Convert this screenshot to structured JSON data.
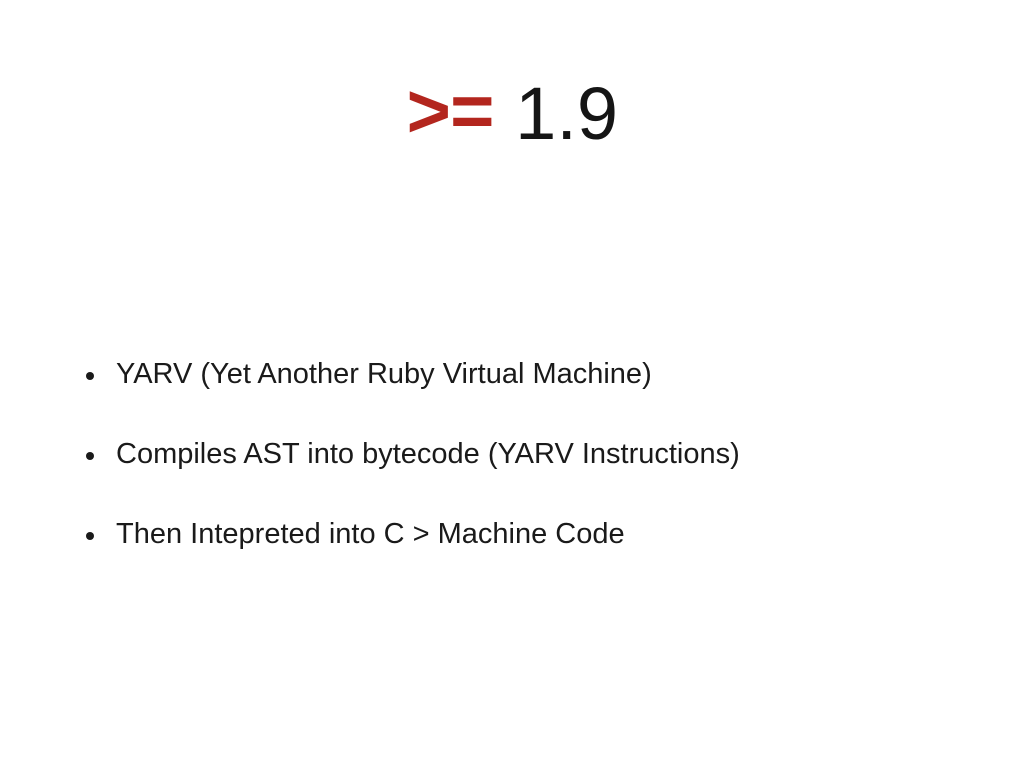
{
  "slide": {
    "title": {
      "operator": ">=",
      "version": "1.9"
    },
    "bullets": [
      "YARV (Yet Another Ruby Virtual Machine)",
      "Compiles AST into bytecode (YARV Instructions)",
      "Then Intepreted into C > Machine Code"
    ],
    "colors": {
      "accent": "#b3261e",
      "text": "#1a1a1a",
      "background": "#ffffff"
    }
  }
}
